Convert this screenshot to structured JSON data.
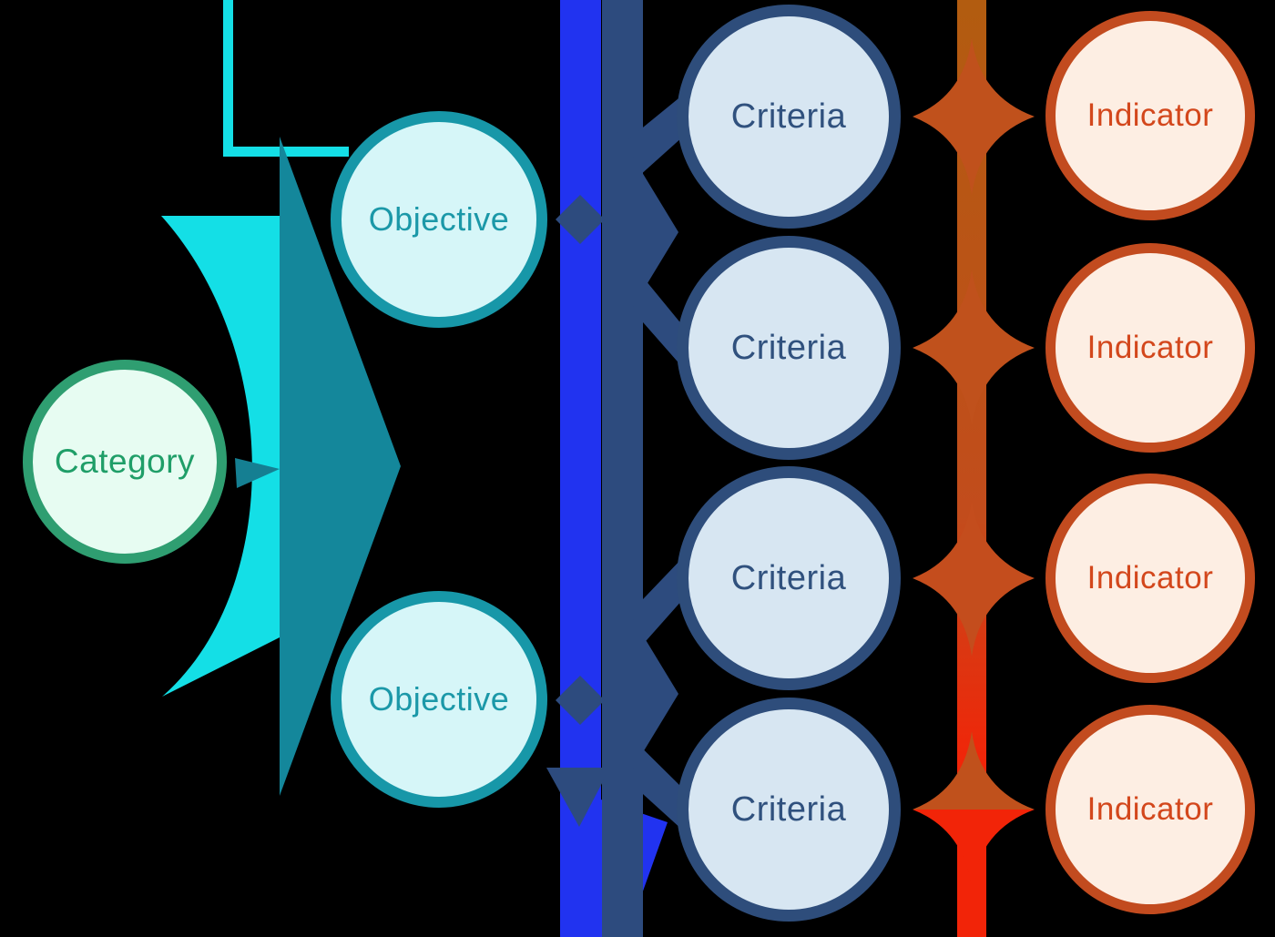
{
  "diagram_title": "Category - Objective - Criteria - Indicator hierarchy diagram",
  "nodes": {
    "category": {
      "label": "Category"
    },
    "objectives": [
      {
        "label": "Objective"
      },
      {
        "label": "Objective"
      }
    ],
    "criteria": [
      {
        "label": "Criteria"
      },
      {
        "label": "Criteria"
      },
      {
        "label": "Criteria"
      },
      {
        "label": "Criteria"
      }
    ],
    "indicators": [
      {
        "label": "Indicator"
      },
      {
        "label": "Indicator"
      },
      {
        "label": "Indicator"
      },
      {
        "label": "Indicator"
      }
    ]
  },
  "colors": {
    "background": "#000000",
    "category_border": "#2f9e71",
    "category_fill": "#e7fcf2",
    "category_text": "#1f9e68",
    "objective_border": "#1797a8",
    "objective_fill": "#d6f6f8",
    "objective_text": "#1b98a8",
    "criteria_border": "#2e4d7b",
    "criteria_fill": "#d7e6f2",
    "criteria_text": "#30517e",
    "indicator_border": "#c24b1f",
    "indicator_fill": "#fdeee3",
    "indicator_text": "#d3471c",
    "cyan_bright": "#14dfe6",
    "teal_dark": "#14879b",
    "teal_arrow": "#157f92",
    "blue_bright": "#2133f0",
    "navy": "#2d4b7e",
    "orange_spine_top": "#b25c10",
    "orange_mid": "#c24c1c",
    "orange_diamond": "#c0511c",
    "orange_diamond_alt": "#c44d1d",
    "red_bright": "#f22408"
  }
}
